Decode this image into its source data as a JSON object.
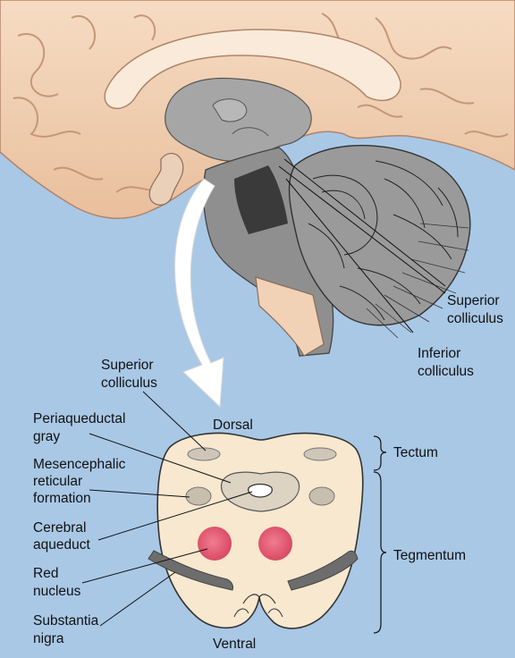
{
  "upper_labels": {
    "superior_colliculus": [
      "Superior",
      "colliculus"
    ],
    "inferior_colliculus": [
      "Inferior",
      "colliculus"
    ]
  },
  "orientation": {
    "dorsal": "Dorsal",
    "ventral": "Ventral"
  },
  "left_labels": {
    "superior_colliculus": [
      "Superior",
      "colliculus"
    ],
    "periaqueductal_gray": [
      "Periaqueductal",
      "gray"
    ],
    "mesencephalic_reticular_formation": [
      "Mesencephalic",
      "reticular",
      "formation"
    ],
    "cerebral_aqueduct": [
      "Cerebral",
      "aqueduct"
    ],
    "red_nucleus": [
      "Red",
      "nucleus"
    ],
    "substantia_nigra": [
      "Substantia",
      "nigra"
    ]
  },
  "right_labels": {
    "tectum": "Tectum",
    "tegmentum": "Tegmentum"
  },
  "colors": {
    "background": "#a9c8e6",
    "brain_tissue": "#f2d2b6",
    "brainstem_gray": "#8f8f8f",
    "section_fill": "#f7e8cf",
    "red_nucleus": "#e45a72",
    "substantia_nigra": "#6d6d6d",
    "arrow": "#ffffff"
  }
}
